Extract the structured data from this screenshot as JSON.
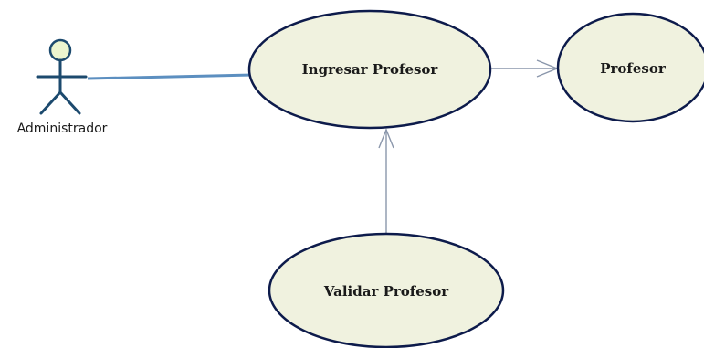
{
  "actors": [
    {
      "id": "administrador",
      "label": "Administrador"
    }
  ],
  "use_cases": [
    {
      "id": "ingresar-profesor",
      "label": "Ingresar Profesor"
    },
    {
      "id": "profesor",
      "label": "Profesor"
    },
    {
      "id": "validar-profesor",
      "label": "Validar Profesor"
    }
  ],
  "relationships": [
    {
      "from": "administrador",
      "to": "ingresar-profesor",
      "kind": "association"
    },
    {
      "from": "ingresar-profesor",
      "to": "profesor",
      "kind": "dependency"
    },
    {
      "from": "validar-profesor",
      "to": "ingresar-profesor",
      "kind": "dependency"
    }
  ],
  "colors": {
    "actor_head_fill": "#ecf5cf",
    "actor_stroke": "#1c4a6e",
    "use_case_fill": "#f0f2df",
    "use_case_stroke": "#0d1b4b",
    "association_line": "#5c8fc0",
    "dependency_line": "#8a96ab"
  }
}
